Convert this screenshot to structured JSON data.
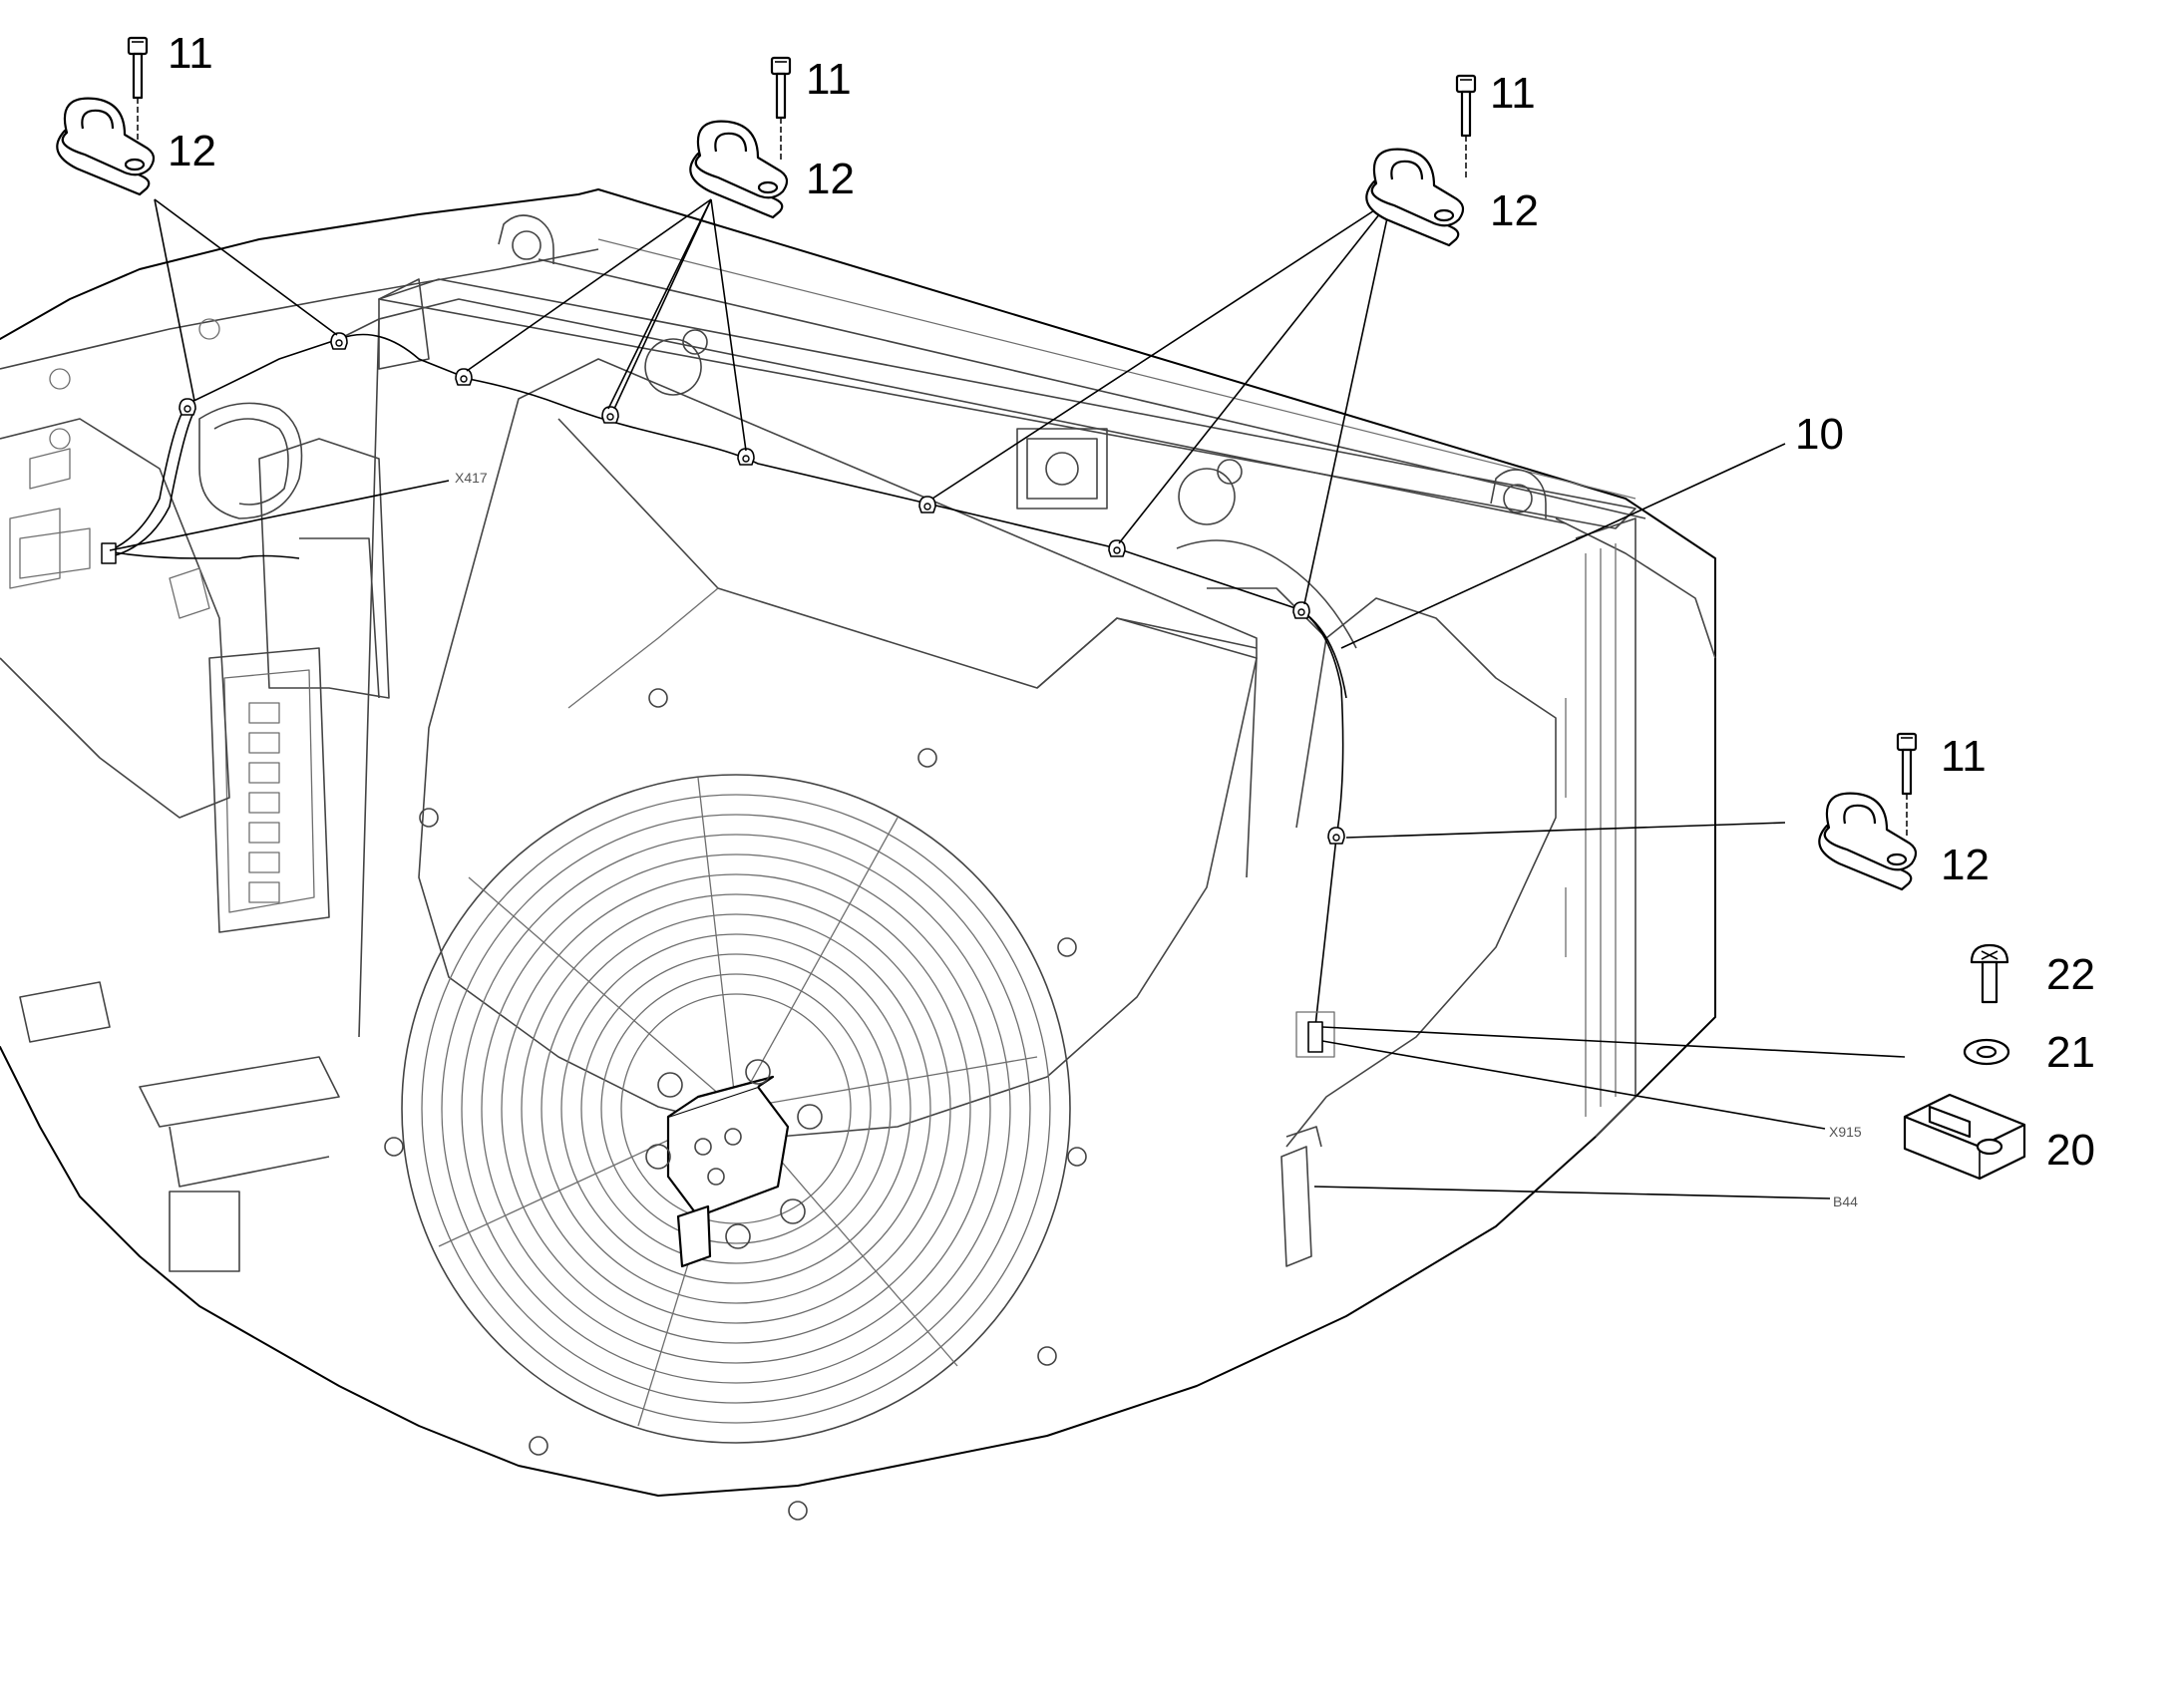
{
  "callouts": {
    "c10": "10",
    "c11": "11",
    "c12": "12",
    "c20": "20",
    "c21": "21",
    "c22": "22"
  },
  "connector_labels": {
    "x417": "X417",
    "x915": "X915",
    "b44": "B44"
  }
}
